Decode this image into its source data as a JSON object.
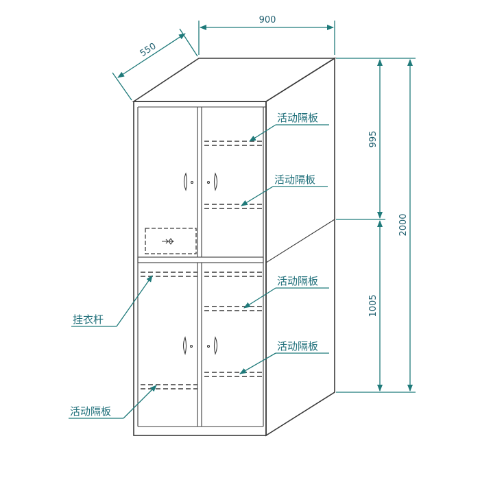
{
  "dimensions": {
    "width": "900",
    "depth": "550",
    "total_height": "2000",
    "upper_height": "995",
    "lower_height": "1005"
  },
  "labels": {
    "shelf_upper_right_1": "活动隔板",
    "shelf_upper_right_2": "活动隔板",
    "shelf_lower_right_1": "活动隔板",
    "shelf_lower_right_2": "活动隔板",
    "shelf_lower_left": "活动隔板",
    "hanging_rod": "挂衣杆"
  },
  "colors": {
    "line": "#3a3a3a",
    "dimension": "#1f7a7a",
    "label_text": "#1f6f7a"
  }
}
